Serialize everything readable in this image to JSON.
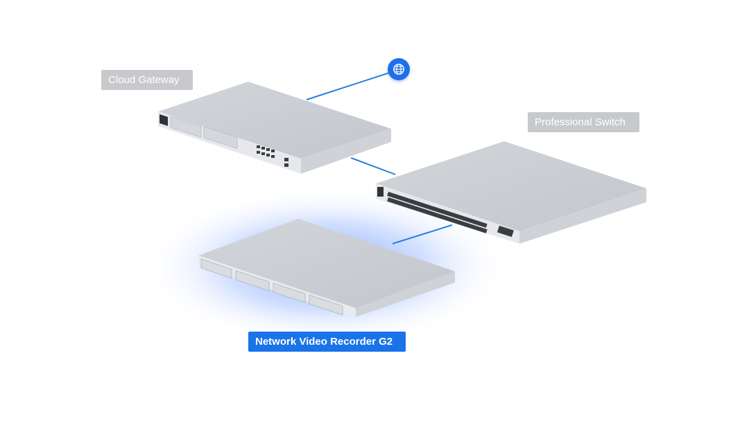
{
  "labels": {
    "gateway": "Cloud Gateway",
    "switch": "Professional Switch",
    "nvr": "Network Video Recorder G2"
  },
  "icons": {
    "internet": "globe-icon"
  },
  "colors": {
    "accent": "#1a73e8",
    "label_muted": "#c7c9cc",
    "link_line": "#2a7de1",
    "device_body": "#dfe2e6"
  }
}
